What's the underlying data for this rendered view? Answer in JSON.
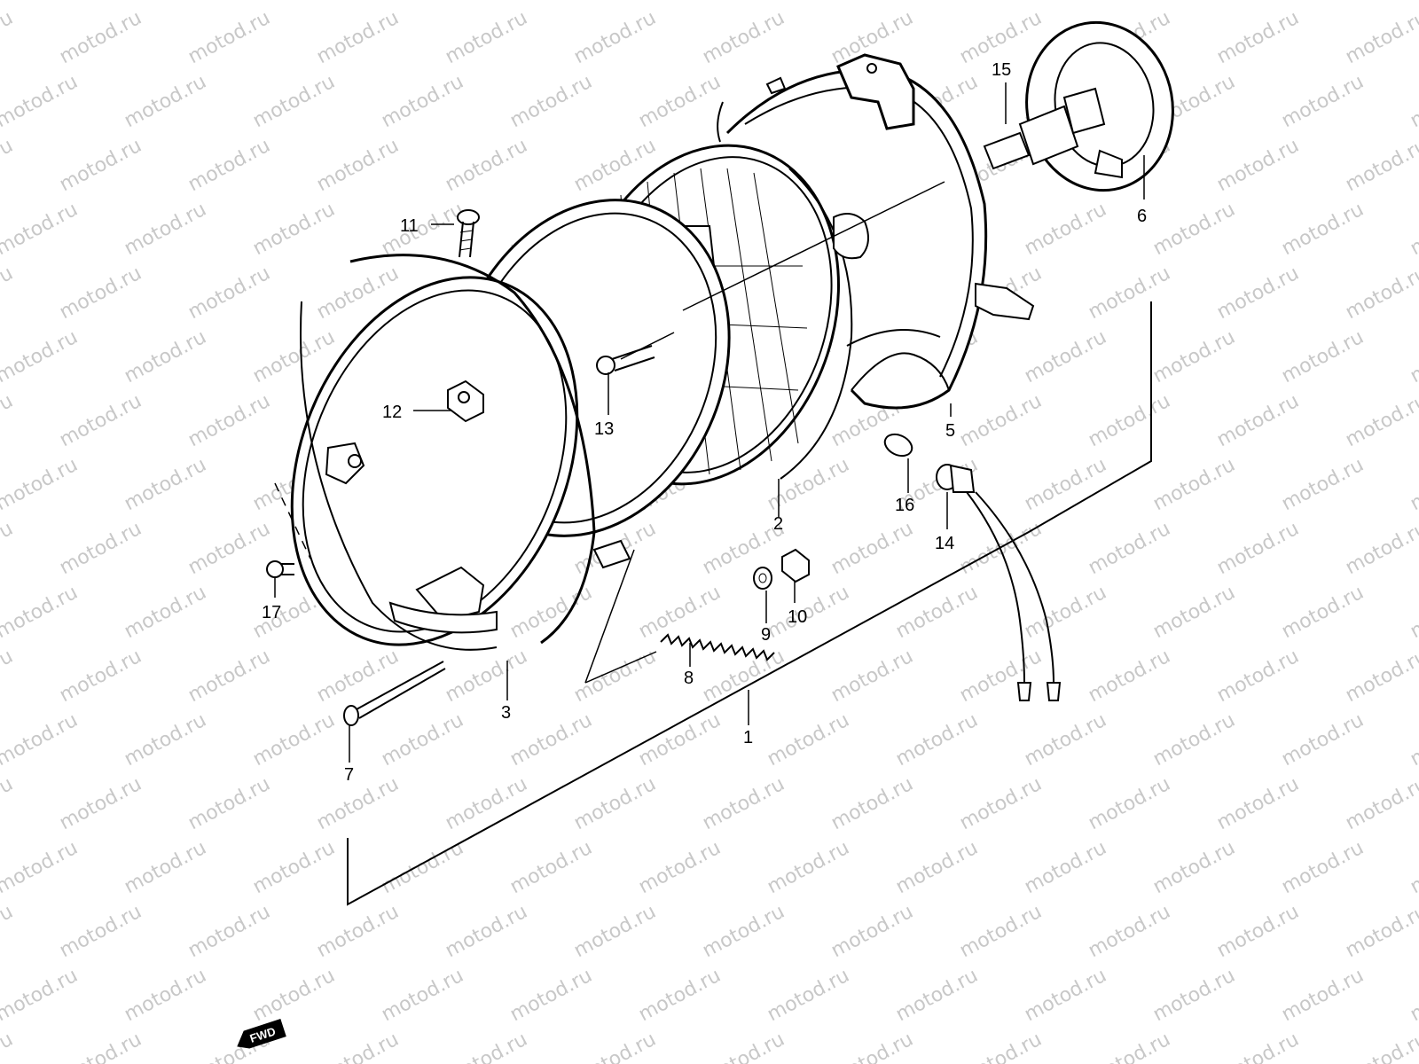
{
  "watermark": {
    "text": "motod.ru",
    "color": "#c8c8c8"
  },
  "callouts": {
    "p1": "1",
    "p2": "2",
    "p3": "3",
    "p5": "5",
    "p6": "6",
    "p7": "7",
    "p8": "8",
    "p9": "9",
    "p10": "10",
    "p11": "11",
    "p12": "12",
    "p13": "13",
    "p14": "14",
    "p15": "15",
    "p16": "16",
    "p17": "17"
  },
  "fwd_badge": {
    "text": "FWD"
  },
  "colors": {
    "line": "#000000",
    "background": "#ffffff"
  }
}
